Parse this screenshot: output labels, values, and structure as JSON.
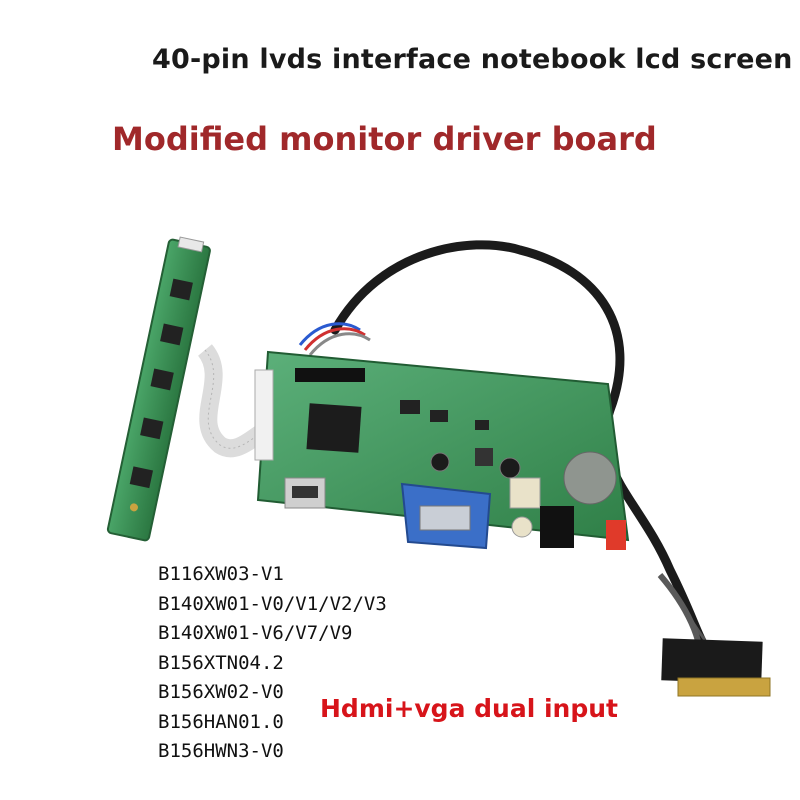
{
  "headline": "40-pin lvds interface notebook lcd screen",
  "subheadline": "Modified monitor driver board",
  "models": [
    "B116XW03-V1",
    "B140XW01-V0/V1/V2/V3",
    "B140XW01-V6/V7/V9",
    "B156XTN04.2",
    "B156XW02-V0",
    "B156HAN01.0",
    "B156HWN3-V0"
  ],
  "badge": "Hdmi+vga dual input",
  "colors": {
    "headline": "#1a1a1a",
    "subheadline": "#a0282a",
    "badge": "#d7141a",
    "pcb": "#3f9b5a"
  }
}
